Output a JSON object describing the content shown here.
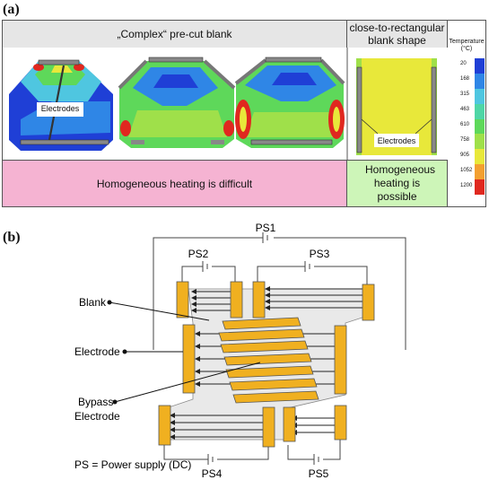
{
  "panel_a": {
    "label": "(a)",
    "header_left": "„Complex“ pre-cut blank",
    "header_right": "close-to-rectangular blank shape",
    "electrodes_label_left": "Electrodes",
    "electrodes_label_right": "Electrodes",
    "caption_left": "Homogeneous heating is difficult",
    "caption_right": "Homogeneous heating is possible",
    "legend": {
      "title": "Temperature (°C)",
      "values": [
        "20",
        "168",
        "315",
        "463",
        "610",
        "758",
        "905",
        "1052",
        "1200"
      ],
      "colors": [
        "#1f3fd6",
        "#2f86e6",
        "#4fc6e0",
        "#4fd6a6",
        "#5ed85a",
        "#9fe04a",
        "#e8e83a",
        "#f3a030",
        "#e0281f"
      ]
    },
    "colors": {
      "header_bg": "#e6e6e6",
      "caption_left_bg": "#f5b3d2",
      "caption_right_bg": "#cdf5b8"
    }
  },
  "panel_b": {
    "label": "(b)",
    "power_supplies": [
      "PS1",
      "PS2",
      "PS3",
      "PS4",
      "PS5"
    ],
    "labels": {
      "blank": "Blank",
      "electrode": "Electrode",
      "bypass_line1": "Bypass",
      "bypass_line2": "Electrode",
      "ps_note": "PS = Power supply (DC)"
    },
    "colors": {
      "electrode": "#f0b020",
      "blank": "#e9e9e9"
    }
  }
}
